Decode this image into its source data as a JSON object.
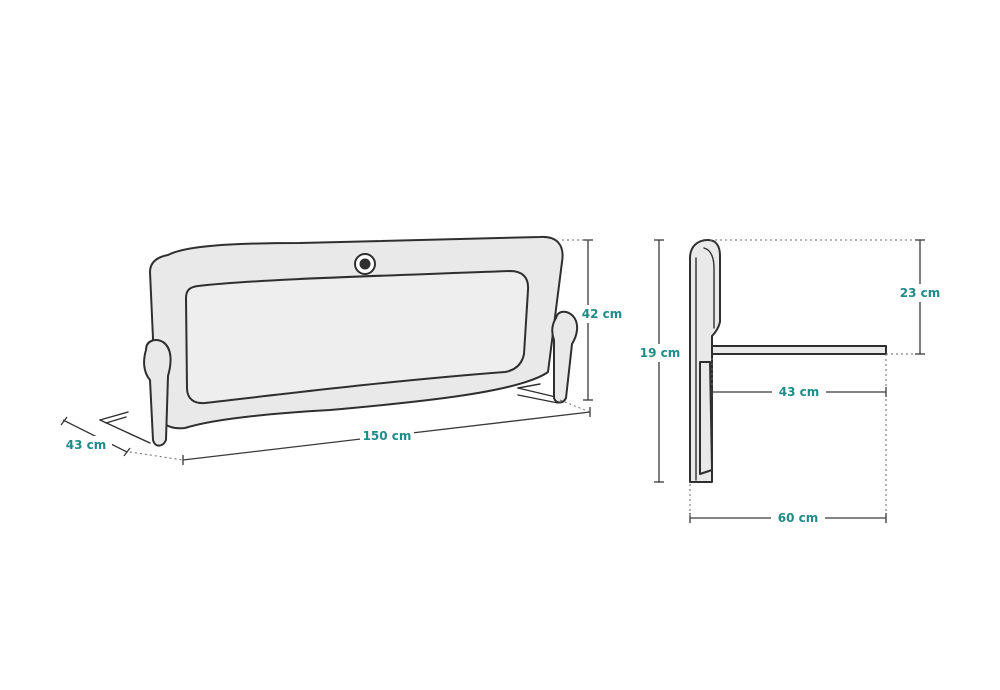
{
  "colors": {
    "label": "#1f8c8a",
    "line": "#2f2f2f",
    "panel": "#e9e9e9"
  },
  "front_view": {
    "width_label": "150 cm",
    "height_label": "42 cm",
    "depth_label": "43 cm"
  },
  "side_view": {
    "height_label": "19 cm",
    "rail_height_label": "23 cm",
    "arm_length_label": "43 cm",
    "total_depth_label": "60 cm"
  }
}
